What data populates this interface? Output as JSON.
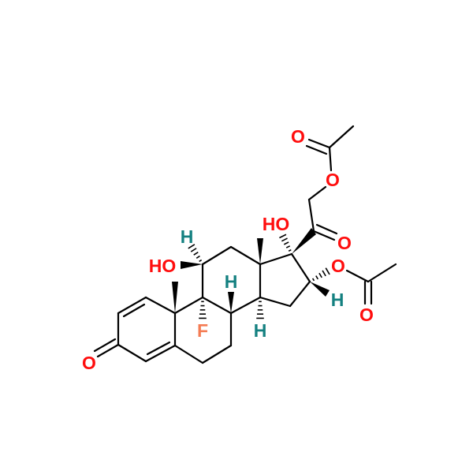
{
  "molecule": {
    "atoms": {
      "o3": "O",
      "ho11": "HO",
      "h11": "H",
      "f9": "F",
      "h8": "H",
      "h14": "H",
      "ho17": "HO",
      "o20": "O",
      "o21": "O",
      "o22": "O",
      "o16": "O",
      "h16": "H",
      "o24": "O"
    },
    "colors": {
      "oxygen": "#ff0d0d",
      "hydrogen": "#148080",
      "fluorine": "#f47c54",
      "bond": "#000000"
    }
  }
}
